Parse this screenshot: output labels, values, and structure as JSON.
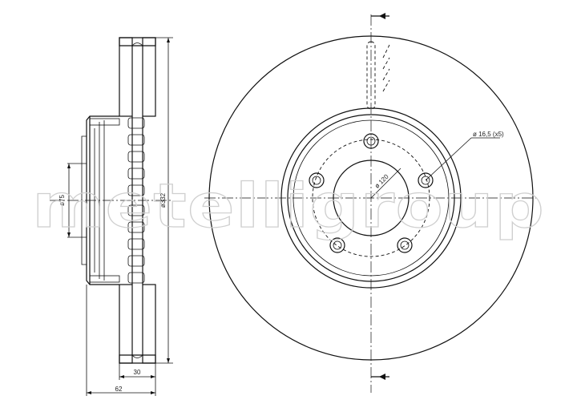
{
  "watermark": "metelligroup",
  "dimensions": {
    "hub_diameter": "ø75",
    "disc_diameter": "ø332",
    "thickness": "30",
    "total_height": "62",
    "bolt_circle": "ø 120",
    "bolt_hole": "ø 16,5 (x5)"
  }
}
